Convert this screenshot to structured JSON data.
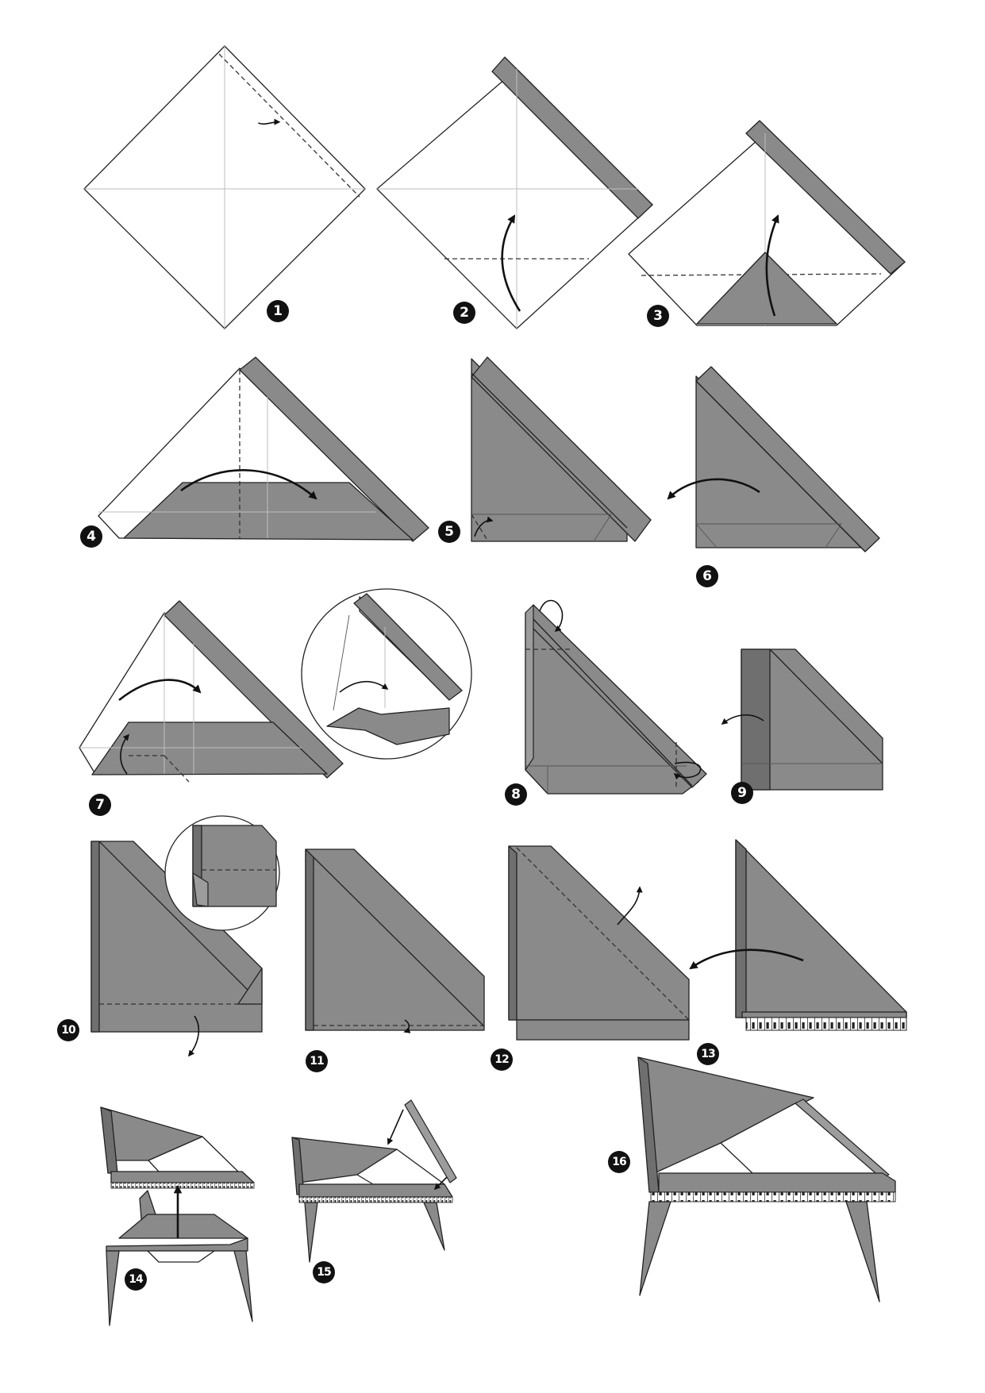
{
  "title": "",
  "steps": [
    {
      "number": "1"
    },
    {
      "number": "2"
    },
    {
      "number": "3"
    },
    {
      "number": "4"
    },
    {
      "number": "5"
    },
    {
      "number": "6"
    },
    {
      "number": "7"
    },
    {
      "number": "8"
    },
    {
      "number": "9"
    },
    {
      "number": "10"
    },
    {
      "number": "11"
    },
    {
      "number": "12"
    },
    {
      "number": "13"
    },
    {
      "number": "14"
    },
    {
      "number": "15"
    },
    {
      "number": "16"
    }
  ],
  "colors": {
    "paper_back": "#8a8a8a",
    "paper_front": "#ffffff",
    "outline": "#222222",
    "badge": "#111111"
  },
  "icons": [
    "fold-arrow",
    "valley-fold-line",
    "zoom-detail-circle",
    "piano-keys"
  ]
}
